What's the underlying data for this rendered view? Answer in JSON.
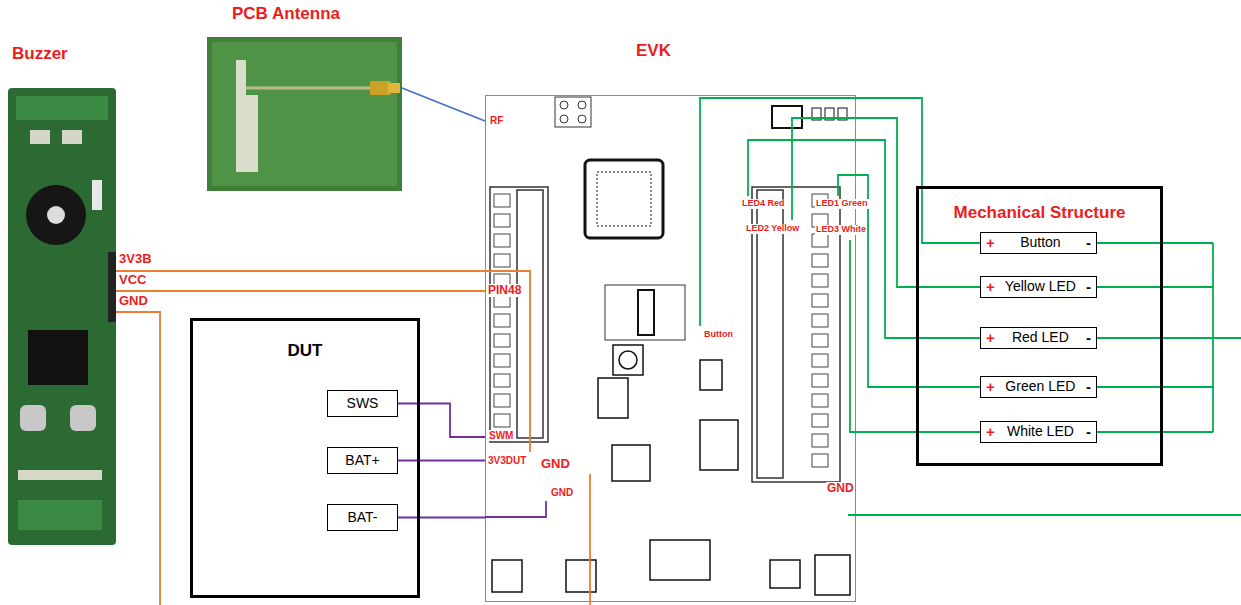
{
  "diagram": {
    "nodes": [
      {
        "text": [
          "PCB Antenna"
        ]
      },
      {
        "text": [
          "Buzzer"
        ]
      },
      {
        "text": [
          "EVK"
        ]
      },
      {
        "text": [
          "DUT"
        ]
      },
      {
        "text": [
          "SWS"
        ],
        "in": 3
      },
      {
        "text": [
          "BAT+"
        ],
        "in": 3
      },
      {
        "text": [
          "BAT-"
        ],
        "in": 3
      },
      {
        "text": [
          "Mechanical Structure"
        ]
      },
      {
        "text": [
          "+",
          "Button",
          "-"
        ],
        "in": 7
      },
      {
        "text": [
          "+",
          "Yellow LED",
          "-"
        ],
        "in": 7
      },
      {
        "text": [
          "+",
          "Red LED",
          "-"
        ],
        "in": 7
      },
      {
        "text": [
          "+",
          "Green LED",
          "-"
        ],
        "in": 7
      },
      {
        "text": [
          "+",
          "White LED",
          "-"
        ],
        "in": 7
      }
    ],
    "edges": [
      {
        "from": 0,
        "to": 2,
        "arrow": "none"
      },
      {
        "from": 1,
        "to": 2,
        "arrow": "none"
      },
      {
        "from": 1,
        "to": 2,
        "arrow": "none"
      },
      {
        "from": 4,
        "to": 2,
        "arrow": "none"
      },
      {
        "from": 5,
        "to": 2,
        "arrow": "none"
      },
      {
        "from": 6,
        "to": 2,
        "arrow": "none"
      },
      {
        "from": 2,
        "to": 8,
        "arrow": "none"
      },
      {
        "from": 2,
        "to": 9,
        "arrow": "none"
      },
      {
        "from": 2,
        "to": 10,
        "arrow": "none"
      },
      {
        "from": 2,
        "to": 11,
        "arrow": "none"
      },
      {
        "from": 2,
        "to": 12,
        "arrow": "none"
      }
    ],
    "labels": [
      "RF",
      "3V3B",
      "VCC",
      "GND",
      "PIN48",
      "SWM",
      "3V3DUT",
      "GND",
      "GND",
      "LED4 Red",
      "LED1 Green",
      "LED2 Yellow",
      "LED3 White",
      "Button",
      "GND"
    ]
  }
}
